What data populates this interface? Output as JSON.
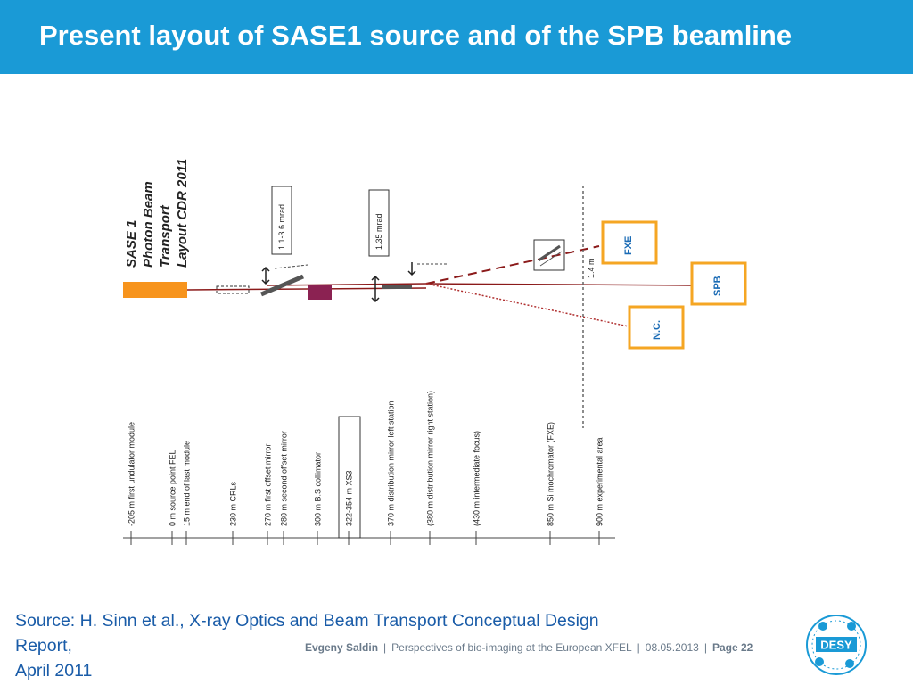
{
  "header": {
    "title": "Present layout of SASE1 source and of the SPB beamline"
  },
  "diagram": {
    "title_lines": [
      "SASE 1",
      "Photon Beam",
      "Transport",
      "Layout CDR 2011"
    ],
    "angle_labels": [
      "1.1-3.6 mrad",
      "1.35 mrad"
    ],
    "distance_label": "1.4 m",
    "stations": [
      "FXE",
      "SPB",
      "N.C."
    ],
    "positions": [
      "-205 m first undulator module",
      "0 m source point FEL",
      "15 m end of last module",
      "230 m CRLs",
      "270 m first offset mirror",
      "280 m second offset mirror",
      "300 m B.S collimator",
      "322-354 m XS3",
      "370 m distribution mirror left station",
      "(380 m distribution mirror right station)",
      "(430 m intermediate focus)",
      "850 m Si mochromator (FXE)",
      "900 m experimental area"
    ]
  },
  "source": {
    "line1": "Source: H. Sinn et al., X-ray Optics and Beam Transport Conceptual Design",
    "line2": "Report,",
    "line3": "April 2011"
  },
  "footer": {
    "author": "Evgeny Saldin",
    "talk": "Perspectives of bio-imaging at the European XFEL",
    "date": "08.05.2013",
    "page": "Page 22"
  },
  "logo": {
    "text": "DESY"
  },
  "colors": {
    "header": "#1a9ad6",
    "source_text": "#1a5ca8",
    "station_border": "#f5a623",
    "station_text": "#1a6bb5",
    "beam": "#8b1a1a",
    "undulator": "#f7941d",
    "collimator": "#8b2252"
  }
}
